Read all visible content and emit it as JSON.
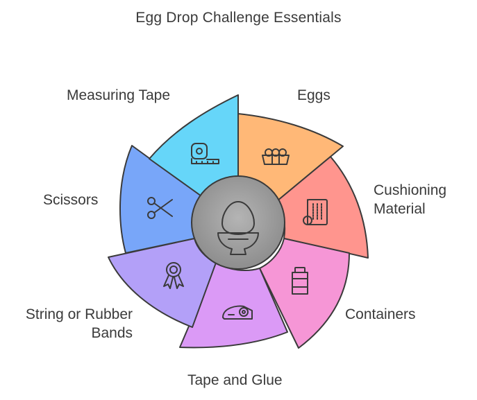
{
  "title": "Egg Drop Challenge Essentials",
  "center": {
    "icon": "egg-in-cup-icon"
  },
  "segments": [
    {
      "id": "eggs",
      "label": "Eggs",
      "color": "#FFB877",
      "icon": "egg-carton-icon"
    },
    {
      "id": "cushioning",
      "label_lines": [
        "Cushioning",
        "Material"
      ],
      "color": "#FF958E",
      "icon": "bubble-wrap-roll-icon"
    },
    {
      "id": "containers",
      "label": "Containers",
      "color": "#F696D6",
      "icon": "jar-icon"
    },
    {
      "id": "tape",
      "label": "Tape and Glue",
      "color": "#DB9AF6",
      "icon": "tape-dispenser-icon"
    },
    {
      "id": "string",
      "label_lines": [
        "String or Rubber",
        "Bands"
      ],
      "color": "#B3A0F8",
      "icon": "rosette-icon"
    },
    {
      "id": "scissors",
      "label": "Scissors",
      "color": "#78A6F9",
      "icon": "scissors-icon"
    },
    {
      "id": "measuring",
      "label": "Measuring Tape",
      "color": "#66D6F9",
      "icon": "measuring-tape-icon"
    }
  ]
}
